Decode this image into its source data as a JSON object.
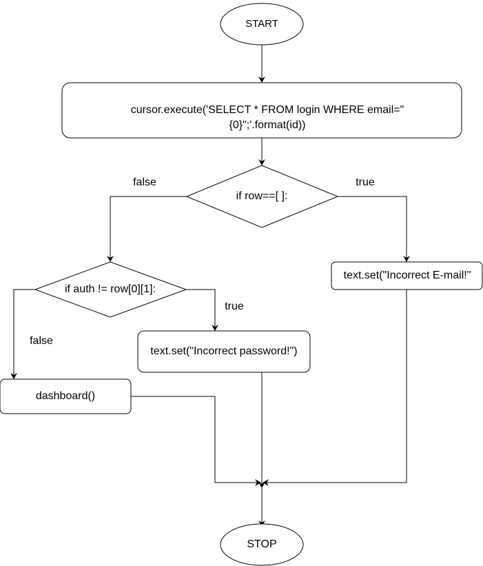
{
  "nodes": {
    "start": "START",
    "query_line1": "cursor.execute('SELECT * FROM login WHERE email=\"",
    "query_line2": "{0}\";'.format(id))",
    "decision_row": "if row==[ ]:",
    "decision_auth": "if auth != row[0][1]:",
    "incorrect_email": "text.set(\"Incorrect E-mail!\"",
    "incorrect_password": "text.set(\"Incorrect password!\")",
    "dashboard": "dashboard()",
    "stop": "STOP"
  },
  "edges": {
    "row_false": "false",
    "row_true": "true",
    "auth_true": "true",
    "auth_false": "false"
  },
  "colors": {
    "stroke": "#000000",
    "fill": "#ffffff"
  }
}
